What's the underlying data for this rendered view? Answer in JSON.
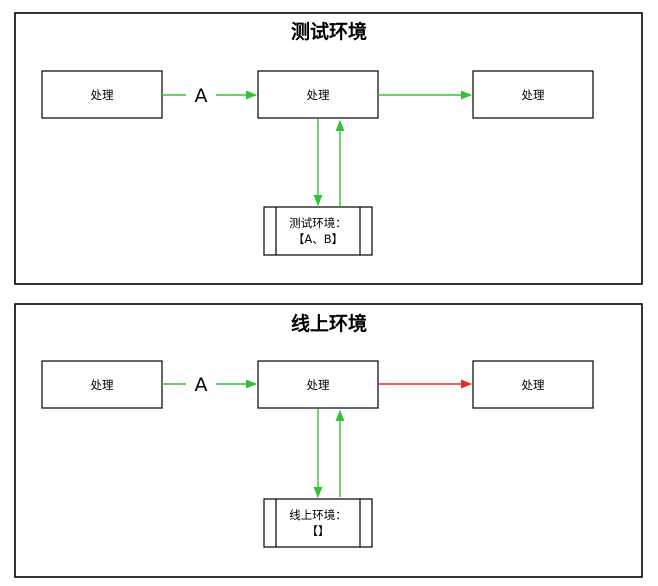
{
  "panels": [
    {
      "title": "测试环境",
      "nodes": {
        "left": "处理",
        "center": "处理",
        "right": "处理",
        "store_line1": "测试环境：",
        "store_line2": "【A、B】"
      },
      "edge_label": "A",
      "colors": {
        "to_center": "#33c233",
        "to_right": "#33c233",
        "store_link": "#33c233"
      }
    },
    {
      "title": "线上环境",
      "nodes": {
        "left": "处理",
        "center": "处理",
        "right": "处理",
        "store_line1": "线上环境：",
        "store_line2": "【】"
      },
      "edge_label": "A",
      "colors": {
        "to_center": "#33c233",
        "to_right": "#e52b2b",
        "store_link": "#33c233"
      }
    }
  ]
}
